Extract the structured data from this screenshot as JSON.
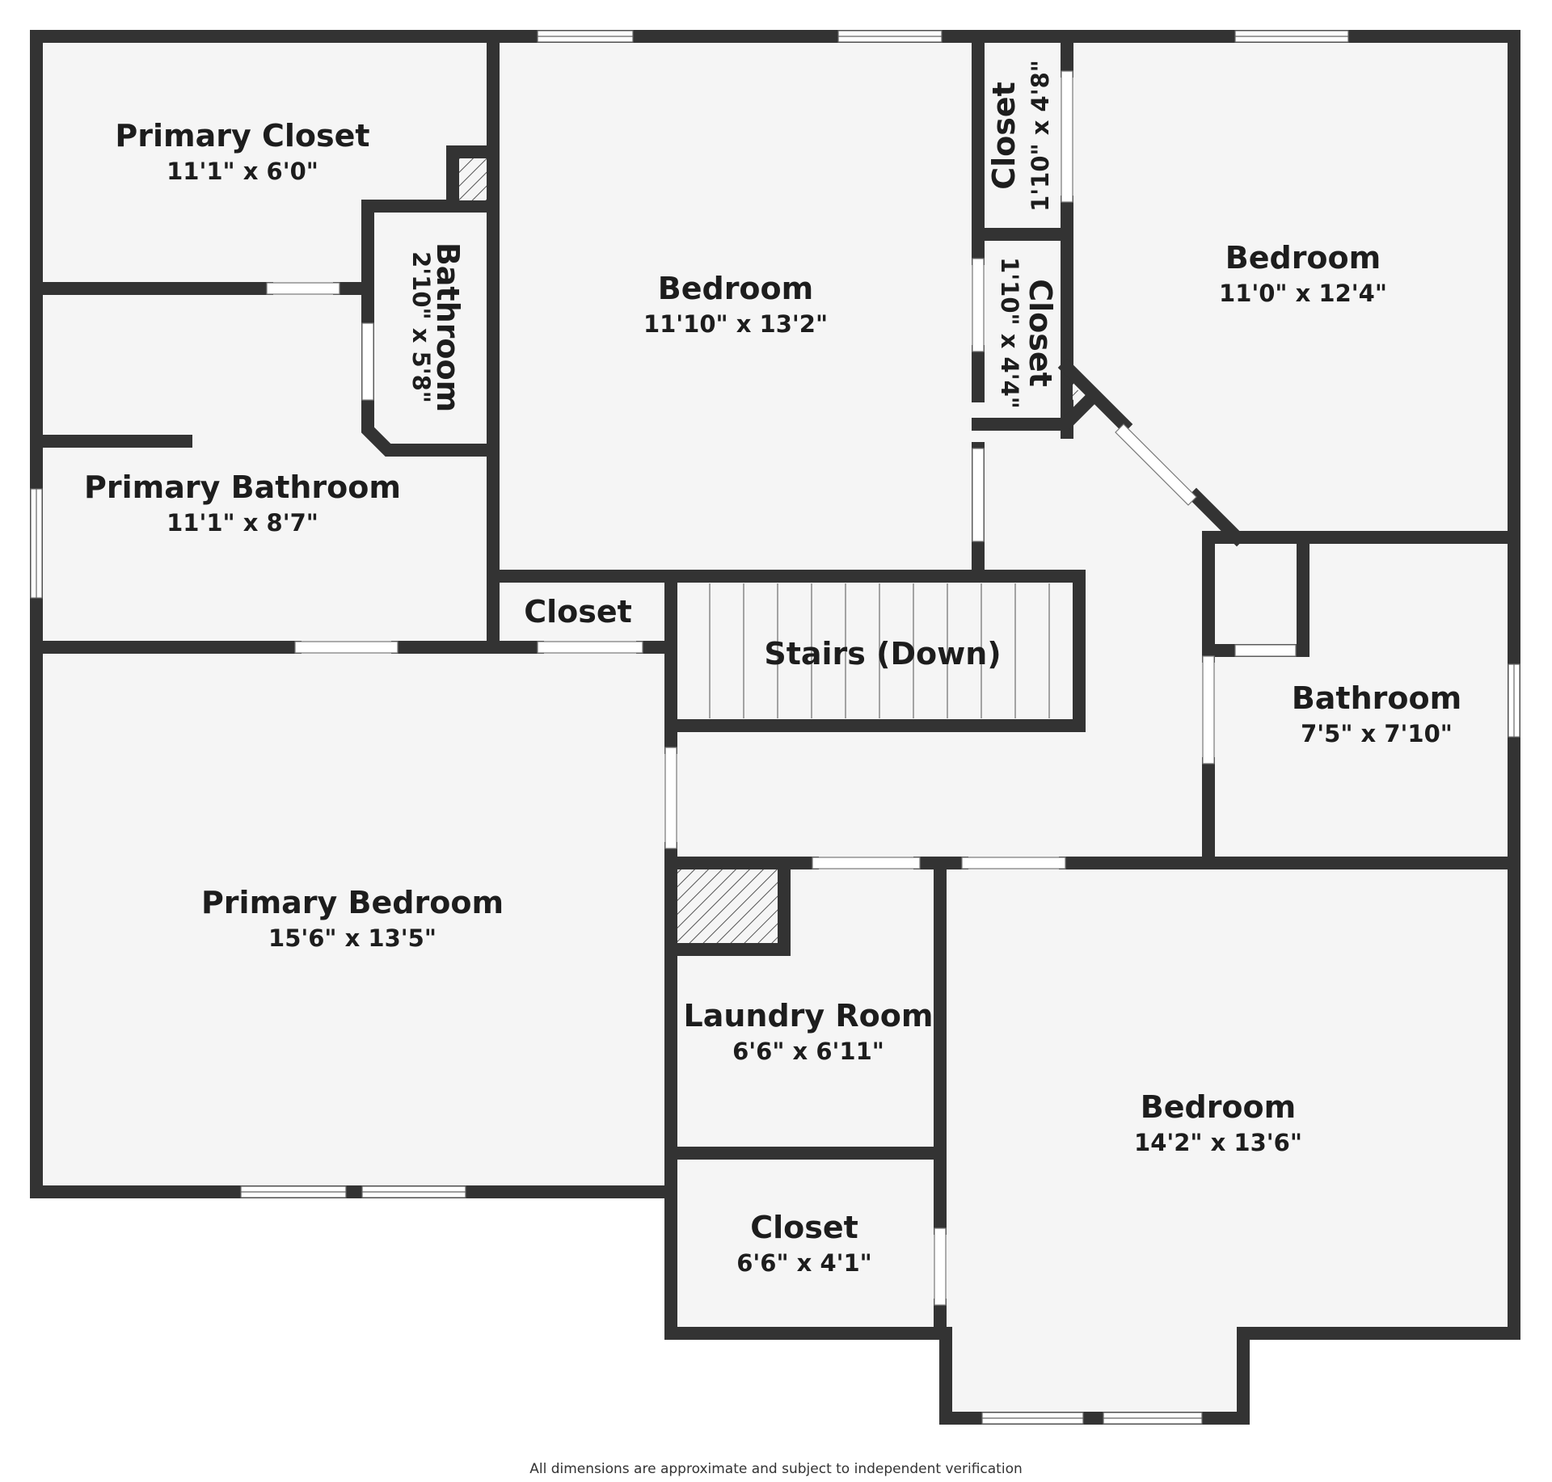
{
  "colors": {
    "wall": "#333333",
    "floor": "#f5f5f5",
    "opening": "#ffffff",
    "text": "#1d1d1d"
  },
  "rooms": {
    "primary_closet": {
      "name": "Primary Closet",
      "dims": "11'1\" x 6'0\""
    },
    "bathroom_small": {
      "name": "Bathroom",
      "dims": "2'10\" x 5'8\""
    },
    "primary_bathroom": {
      "name": "Primary Bathroom",
      "dims": "11'1\" x 8'7\""
    },
    "bedroom_center": {
      "name": "Bedroom",
      "dims": "11'10\" x 13'2\""
    },
    "closet_top": {
      "name": "Closet",
      "dims": "1'10\" x 4'8\""
    },
    "closet_mid": {
      "name": "Closet",
      "dims": "1'10\" x 4'4\""
    },
    "bedroom_right": {
      "name": "Bedroom",
      "dims": "11'0\" x 12'4\""
    },
    "closet_hall": {
      "name": "Closet"
    },
    "stairs": {
      "name": "Stairs (Down)"
    },
    "bathroom_right": {
      "name": "Bathroom",
      "dims": "7'5\" x 7'10\""
    },
    "primary_bedroom": {
      "name": "Primary Bedroom",
      "dims": "15'6\" x 13'5\""
    },
    "laundry_room": {
      "name": "Laundry Room",
      "dims": "6'6\" x 6'11\""
    },
    "closet_bottom": {
      "name": "Closet",
      "dims": "6'6\" x 4'1\""
    },
    "bedroom_bottom": {
      "name": "Bedroom",
      "dims": "14'2\" x 13'6\""
    }
  },
  "footer": {
    "disclaimer": "All dimensions are approximate and subject to independent verification"
  }
}
